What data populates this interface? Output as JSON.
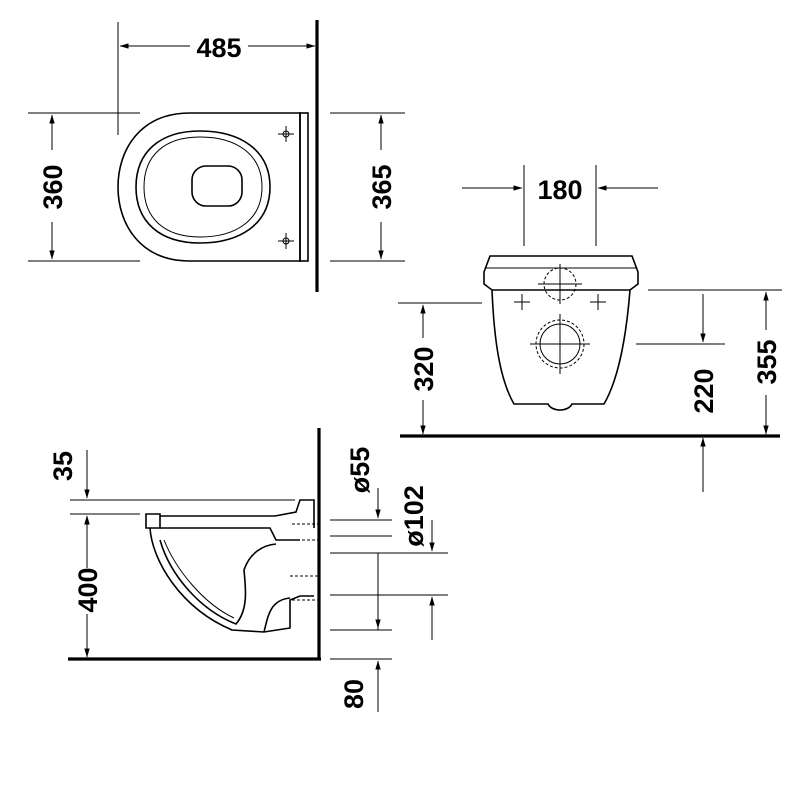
{
  "dimensions": {
    "top_width": "485",
    "top_depth_left": "360",
    "top_depth_right": "365",
    "front_width": "180",
    "front_height_left": "320",
    "front_outlet_height": "220",
    "front_height_right": "355",
    "side_seat_offset": "35",
    "side_rim_height": "400",
    "side_inlet_diameter": "ø55",
    "side_outlet_diameter": "ø102",
    "side_outlet_offset": "80"
  }
}
